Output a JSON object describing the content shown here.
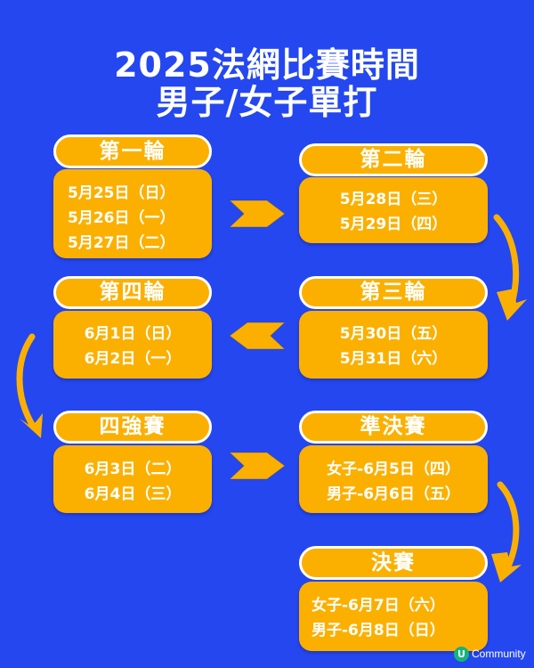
{
  "header": {
    "title_line1": "2025法網比賽時間",
    "title_line2": "男子/女子單打"
  },
  "colors": {
    "background": "#2447F0",
    "accent": "#FBB000",
    "text": "#FFFFFF",
    "logo_badge": "#13B57A"
  },
  "stages": [
    {
      "id": "round1",
      "label": "第一輪",
      "dates": [
        "5月25日（日）",
        "5月26日（一）",
        "5月27日（二）"
      ]
    },
    {
      "id": "round2",
      "label": "第二輪",
      "dates": [
        "5月28日（三）",
        "5月29日（四）"
      ]
    },
    {
      "id": "round3",
      "label": "第三輪",
      "dates": [
        "5月30日（五）",
        "5月31日（六）"
      ]
    },
    {
      "id": "round4",
      "label": "第四輪",
      "dates": [
        "6月1日（日）",
        "6月2日（一）"
      ]
    },
    {
      "id": "quarterfinal",
      "label": "四強賽",
      "dates": [
        "6月3日（二）",
        "6月4日（三）"
      ]
    },
    {
      "id": "semifinal",
      "label": "準決賽",
      "dates": [
        "女子-6月5日（四）",
        "男子-6月6日（五）"
      ]
    },
    {
      "id": "final",
      "label": "決賽",
      "dates": [
        "女子-6月7日（六）",
        "男子-6月8日（日）"
      ]
    }
  ],
  "arrows": [
    {
      "from": "round1",
      "to": "round2",
      "icon": "chevron-right-icon"
    },
    {
      "from": "round2",
      "to": "round3",
      "icon": "curved-arrow-down-icon"
    },
    {
      "from": "round3",
      "to": "round4",
      "icon": "chevron-left-icon"
    },
    {
      "from": "round4",
      "to": "quarterfinal",
      "icon": "curved-arrow-down-icon"
    },
    {
      "from": "quarterfinal",
      "to": "semifinal",
      "icon": "chevron-right-icon"
    },
    {
      "from": "semifinal",
      "to": "final",
      "icon": "curved-arrow-down-icon"
    }
  ],
  "branding": {
    "badge_letter": "U",
    "name": "Community"
  }
}
